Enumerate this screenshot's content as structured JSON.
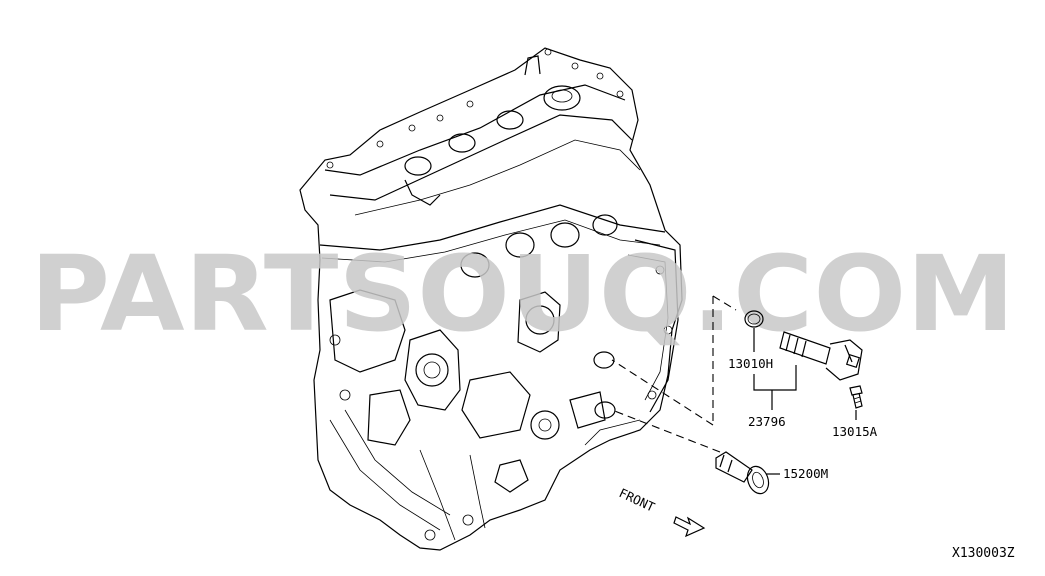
{
  "watermark": "PARTSOUQ.COM",
  "callouts": {
    "o_ring": "13010H",
    "solenoid_assy": "23796",
    "bolt": "13015A",
    "plug": "15200M"
  },
  "direction_label": "FRONT",
  "diagram_code": "X130003Z",
  "colors": {
    "ink": "#000000",
    "watermark": "#c8c8c8",
    "background": "#ffffff"
  }
}
